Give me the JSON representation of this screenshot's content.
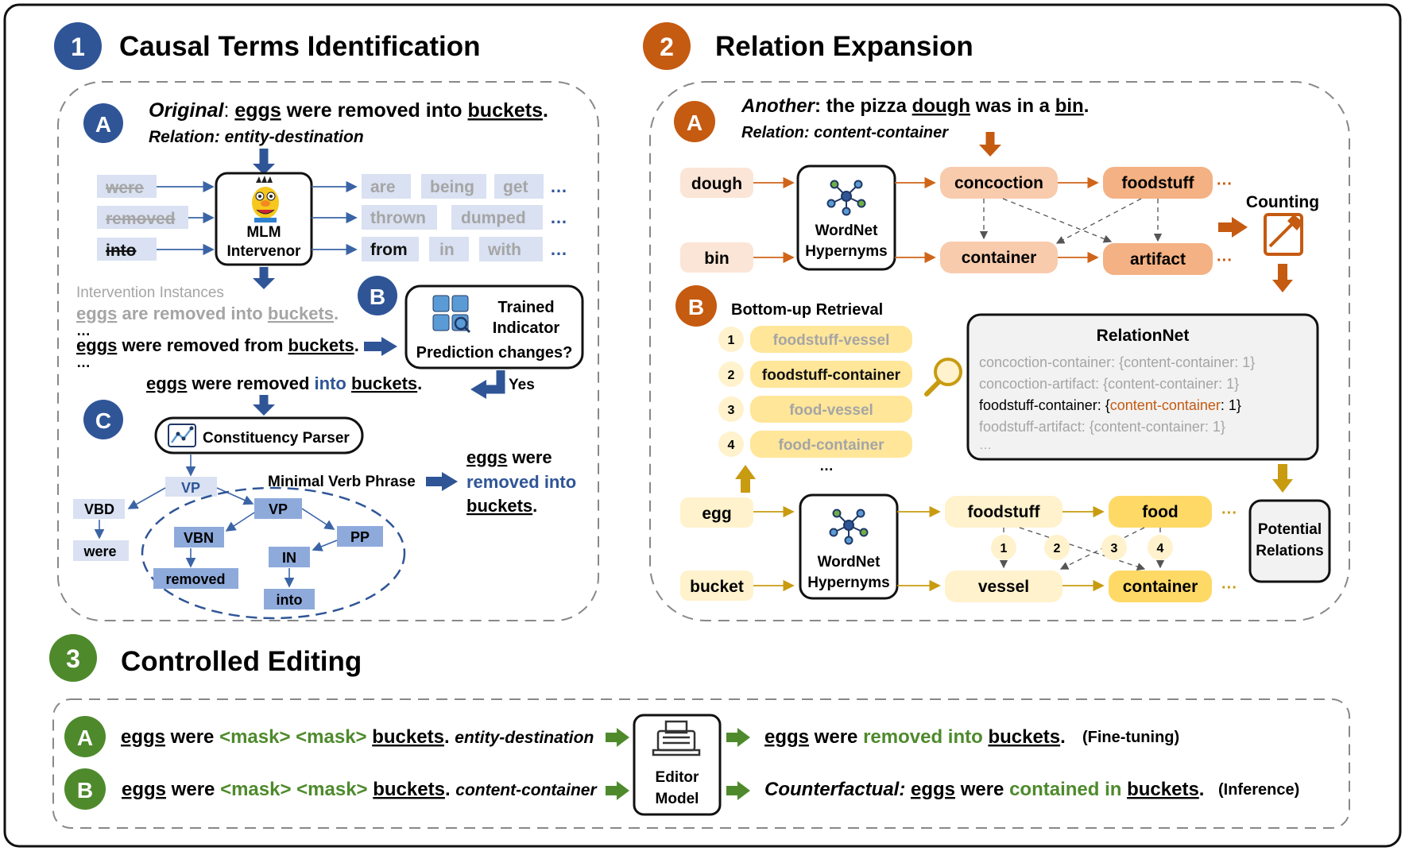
{
  "colors": {
    "blue": "#2f5597",
    "orange": "#c55a11",
    "green": "#4e8a2c",
    "gold": "#c8a000"
  },
  "s1": {
    "num": "1",
    "title": "Causal Terms Identification",
    "A_badge": "A",
    "B_badge": "B",
    "C_badge": "C",
    "orig_label": "Original",
    "orig_colon": ": ",
    "orig_w1": "eggs",
    "orig_mid": " were removed into ",
    "orig_w2": "buckets",
    "orig_end": ".",
    "rel_label": "Relation",
    "rel_value": ": entity-destination",
    "left_words": [
      "were",
      "removed",
      "into"
    ],
    "mlm_line1": "MLM",
    "mlm_line2": "Intervenor",
    "row1": [
      "are",
      "being",
      "get"
    ],
    "row2": [
      "thrown",
      "dumped"
    ],
    "row3": [
      "from",
      "in",
      "with"
    ],
    "ellipsis": "…",
    "instances_title": "Intervention Instances",
    "inst1_w1": "eggs",
    "inst1_mid": " are removed into ",
    "inst1_w2": "buckets",
    "inst1_end": ".",
    "inst_dots": "…",
    "inst2_w1": "eggs",
    "inst2_mid": " were removed from ",
    "inst2_w2": "buckets",
    "inst2_end": ".",
    "inst_dots2": "…",
    "ind_line1": "Trained",
    "ind_line2": "Indicator",
    "ind_line3": "Prediction changes?",
    "yes": "Yes",
    "sent_w1": "eggs",
    "sent_mid1": " were removed ",
    "sent_into": "into",
    "sent_sp": " ",
    "sent_w2": "buckets",
    "sent_end": ".",
    "parser": "Constituency Parser",
    "tree": {
      "vp1": "VP",
      "vbd": "VBD",
      "were": "were",
      "vp2": "VP",
      "vbn": "VBN",
      "removed": "removed",
      "pp": "PP",
      "in": "IN",
      "into": "into"
    },
    "mvp": "Minimal Verb Phrase",
    "res_w1": "eggs",
    "res_were": " were",
    "res_blue": "removed into",
    "res_w2": "buckets",
    "res_end": "."
  },
  "s2": {
    "num": "2",
    "title": "Relation Expansion",
    "A_badge": "A",
    "B_badge": "B",
    "another_label": "Another",
    "another_rest": ": the pizza ",
    "another_w1": "dough",
    "another_mid": " was in a ",
    "another_w2": "bin",
    "another_end": ".",
    "rel_label": "Relation: content-container",
    "dough": "dough",
    "bin": "bin",
    "wordnet1": "WordNet",
    "hyp1": "Hypernyms",
    "concoction": "concoction",
    "foodstuff": "foodstuff",
    "container": "container",
    "artifact": "artifact",
    "dots": "···",
    "counting": "Counting",
    "bottom_up": "Bottom-up Retrieval",
    "retrieval": [
      {
        "n": "1",
        "t": "foodstuff-vessel"
      },
      {
        "n": "2",
        "t": "foodstuff-container"
      },
      {
        "n": "3",
        "t": "food-vessel"
      },
      {
        "n": "4",
        "t": "food-container"
      }
    ],
    "ret_dots": "…",
    "relnet_title": "RelationNet",
    "relnet1": "concoction-container: {content-container: 1}",
    "relnet2": "concoction-artifact: {content-container: 1}",
    "relnet3_a": "foodstuff-container: {",
    "relnet3_b": "content-container",
    "relnet3_c": ": 1}",
    "relnet4": "foodstuff-artifact: {content-container: 1}",
    "relnet5": "…",
    "egg": "egg",
    "bucket": "bucket",
    "wordnet2": "WordNet",
    "hyp2": "Hypernyms",
    "foodstuff2": "foodstuff",
    "food": "food",
    "vessel": "vessel",
    "container2": "container",
    "nums": [
      "1",
      "2",
      "3",
      "4"
    ],
    "potential1": "Potential",
    "potential2": "Relations"
  },
  "s3": {
    "num": "3",
    "title": "Controlled Editing",
    "A_badge": "A",
    "B_badge": "B",
    "a_w1": "eggs",
    "a_were": " were ",
    "a_mask": "<mask> <mask>",
    "a_sp": " ",
    "a_w2": "buckets",
    "a_dot": ". ",
    "a_rel": "entity-destination",
    "b_w1": "eggs",
    "b_were": " were ",
    "b_mask": "<mask> <mask>",
    "b_sp": " ",
    "b_w2": "buckets",
    "b_dot": ". ",
    "b_rel": "content-container",
    "editor1": "Editor",
    "editor2": "Model",
    "oa_w1": "eggs",
    "oa_were": " were ",
    "oa_green": "removed into",
    "oa_sp": " ",
    "oa_w2": "buckets",
    "oa_end": ".",
    "oa_tag": "(Fine-tuning)",
    "ob_label": "Counterfactual:",
    "ob_sp": " ",
    "ob_w1": "eggs",
    "ob_were": " were ",
    "ob_green": "contained in",
    "ob_sp2": " ",
    "ob_w2": "buckets",
    "ob_end": ".",
    "ob_tag": "(Inference)"
  }
}
